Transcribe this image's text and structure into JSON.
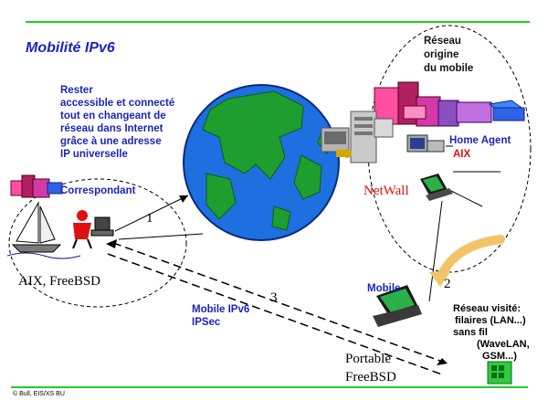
{
  "title": "Mobilité IPv6",
  "intro_lines": [
    "Rester",
    "accessible et connecté",
    "tout en changeant de",
    "réseau dans Internet",
    "grâce à une adresse",
    "IP universelle"
  ],
  "origin_network": {
    "lines": [
      "Réseau",
      "origine",
      "du mobile"
    ]
  },
  "home_agent": {
    "label": "Home Agent",
    "os": "AIX"
  },
  "firewall_label": "NetWall",
  "correspondent": {
    "label": "Correspondant",
    "os": "AIX, FreeBSD"
  },
  "mobile": {
    "label": "Mobile",
    "device_lines": [
      "Portable",
      "FreeBSD"
    ]
  },
  "tunnel": {
    "lines": [
      "Mobile IPv6",
      "IPSec"
    ]
  },
  "visited_network": {
    "lines": [
      "Réseau visité:",
      "filaires (LAN...)",
      "sans fil",
      "(WaveLAN,",
      "GSM...)"
    ]
  },
  "steps": [
    "1",
    "2",
    "3"
  ],
  "footer": "© Bull, EIS/XS BU",
  "colors": {
    "title_blue": "#1a26b8",
    "accent_red": "#e01010",
    "rule_green": "#1fd11f",
    "globe_blue": "#1e6fe0",
    "land_green": "#1e9e2e",
    "arrow_orange": "#f2c46a"
  }
}
